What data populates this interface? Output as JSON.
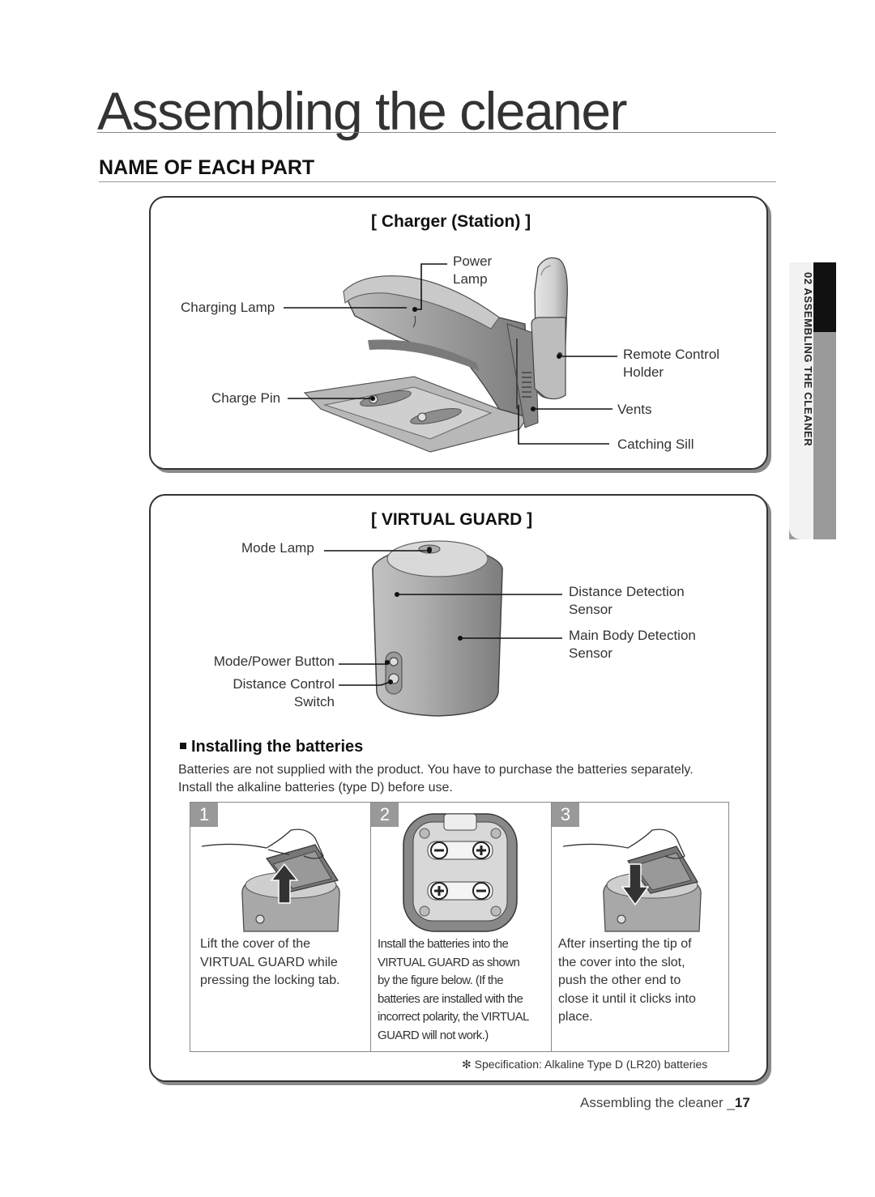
{
  "page": {
    "title": "Assembling the cleaner",
    "section_heading": "NAME OF EACH PART"
  },
  "side_tab": {
    "label": "02 ASSEMBLING THE CLEANER"
  },
  "charger": {
    "title": "[ Charger (Station) ]",
    "labels": {
      "power_lamp_1": "Power",
      "power_lamp_2": "Lamp",
      "charging_lamp": "Charging Lamp",
      "charge_pin": "Charge Pin",
      "remote_holder_1": "Remote Control",
      "remote_holder_2": "Holder",
      "vents": "Vents",
      "catching_sill": "Catching Sill"
    }
  },
  "virtual_guard": {
    "title": "[ VIRTUAL GUARD ]",
    "labels": {
      "mode_lamp": "Mode Lamp",
      "distance_sensor_1": "Distance Detection",
      "distance_sensor_2": "Sensor",
      "main_body_sensor_1": "Main Body Detection",
      "main_body_sensor_2": "Sensor",
      "mode_power_button": "Mode/Power Button",
      "distance_switch_1": "Distance Control",
      "distance_switch_2": "Switch"
    },
    "installing": {
      "heading": "Installing the batteries",
      "body_1": "Batteries are not supplied with the product. You have to purchase the batteries separately.",
      "body_2": "Install the alkaline batteries (type D) before use.",
      "steps": [
        {
          "number": "1",
          "lines": [
            "Lift the cover of the",
            "VIRTUAL GUARD while",
            "pressing the locking tab."
          ]
        },
        {
          "number": "2",
          "lines": [
            "Install the batteries into the",
            "VIRTUAL GUARD as shown",
            "by the figure below. (If the",
            "batteries are installed with the",
            "incorrect polarity, the VIRTUAL",
            "GUARD will not work.)"
          ]
        },
        {
          "number": "3",
          "lines": [
            "After inserting the tip of",
            "the cover into the slot,",
            "push the other end to",
            "close it until it clicks into",
            "place."
          ]
        }
      ],
      "spec_note": "✻ Specification: Alkaline Type D (LR20) batteries"
    }
  },
  "footer": {
    "text": "Assembling the cleaner _",
    "page_number": "17"
  }
}
